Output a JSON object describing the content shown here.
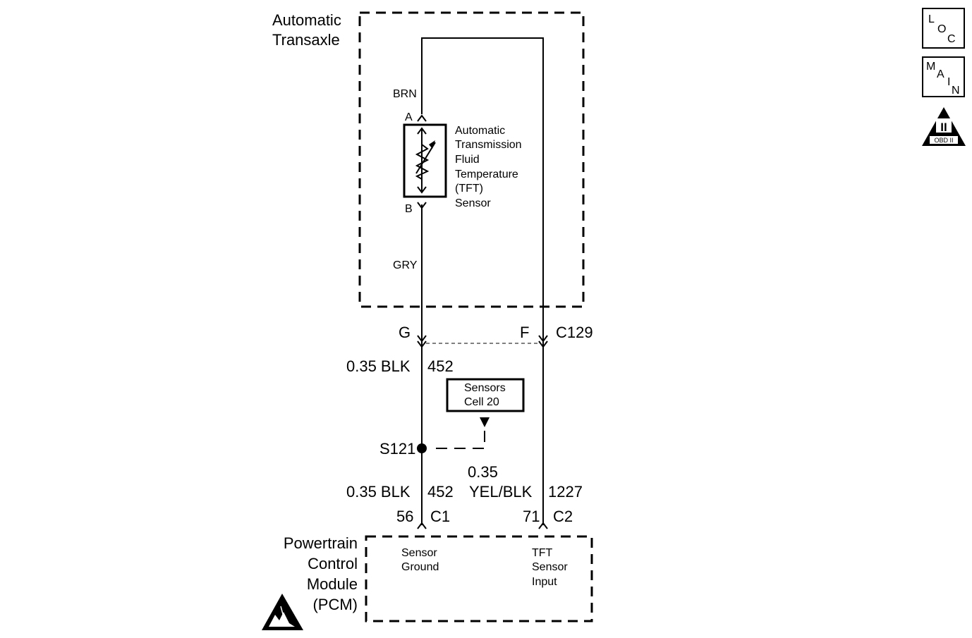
{
  "transaxle": {
    "label_line1": "Automatic",
    "label_line2": "Transaxle"
  },
  "sensor": {
    "line1": "Automatic",
    "line2": "Transmission",
    "line3": "Fluid",
    "line4": "Temperature",
    "line5": "(TFT)",
    "line6": "Sensor",
    "pin_a": "A",
    "pin_b": "B",
    "wire_a_color": "BRN",
    "wire_b_color": "GRY"
  },
  "connector_c129": {
    "pin_left": "G",
    "pin_right": "F",
    "name": "C129"
  },
  "ground_circuit": {
    "upper_gauge_color": "0.35 BLK",
    "upper_circuit": "452",
    "lower_gauge_color": "0.35 BLK",
    "lower_circuit": "452",
    "splice": "S121",
    "pcm_pin": "56",
    "pcm_connector": "C1"
  },
  "signal_circuit": {
    "gauge": "0.35",
    "color": "YEL/BLK",
    "circuit": "1227",
    "pcm_pin": "71",
    "pcm_connector": "C2"
  },
  "sensors_cell_ref": {
    "line1": "Sensors",
    "line2": "Cell 20"
  },
  "pcm": {
    "label_line1": "Powertrain",
    "label_line2": "Control",
    "label_line3": "Module",
    "label_line4": "(PCM)",
    "pin56_desc_line1": "Sensor",
    "pin56_desc_line2": "Ground",
    "pin71_desc_line1": "TFT",
    "pin71_desc_line2": "Sensor",
    "pin71_desc_line3": "Input"
  },
  "nav": {
    "loc": {
      "c1": "L",
      "c2": "O",
      "c3": "C"
    },
    "main": {
      "c1": "M",
      "c2": "A",
      "c3": "I",
      "c4": "N"
    },
    "obd": {
      "roman": "II",
      "label": "OBD II"
    }
  }
}
